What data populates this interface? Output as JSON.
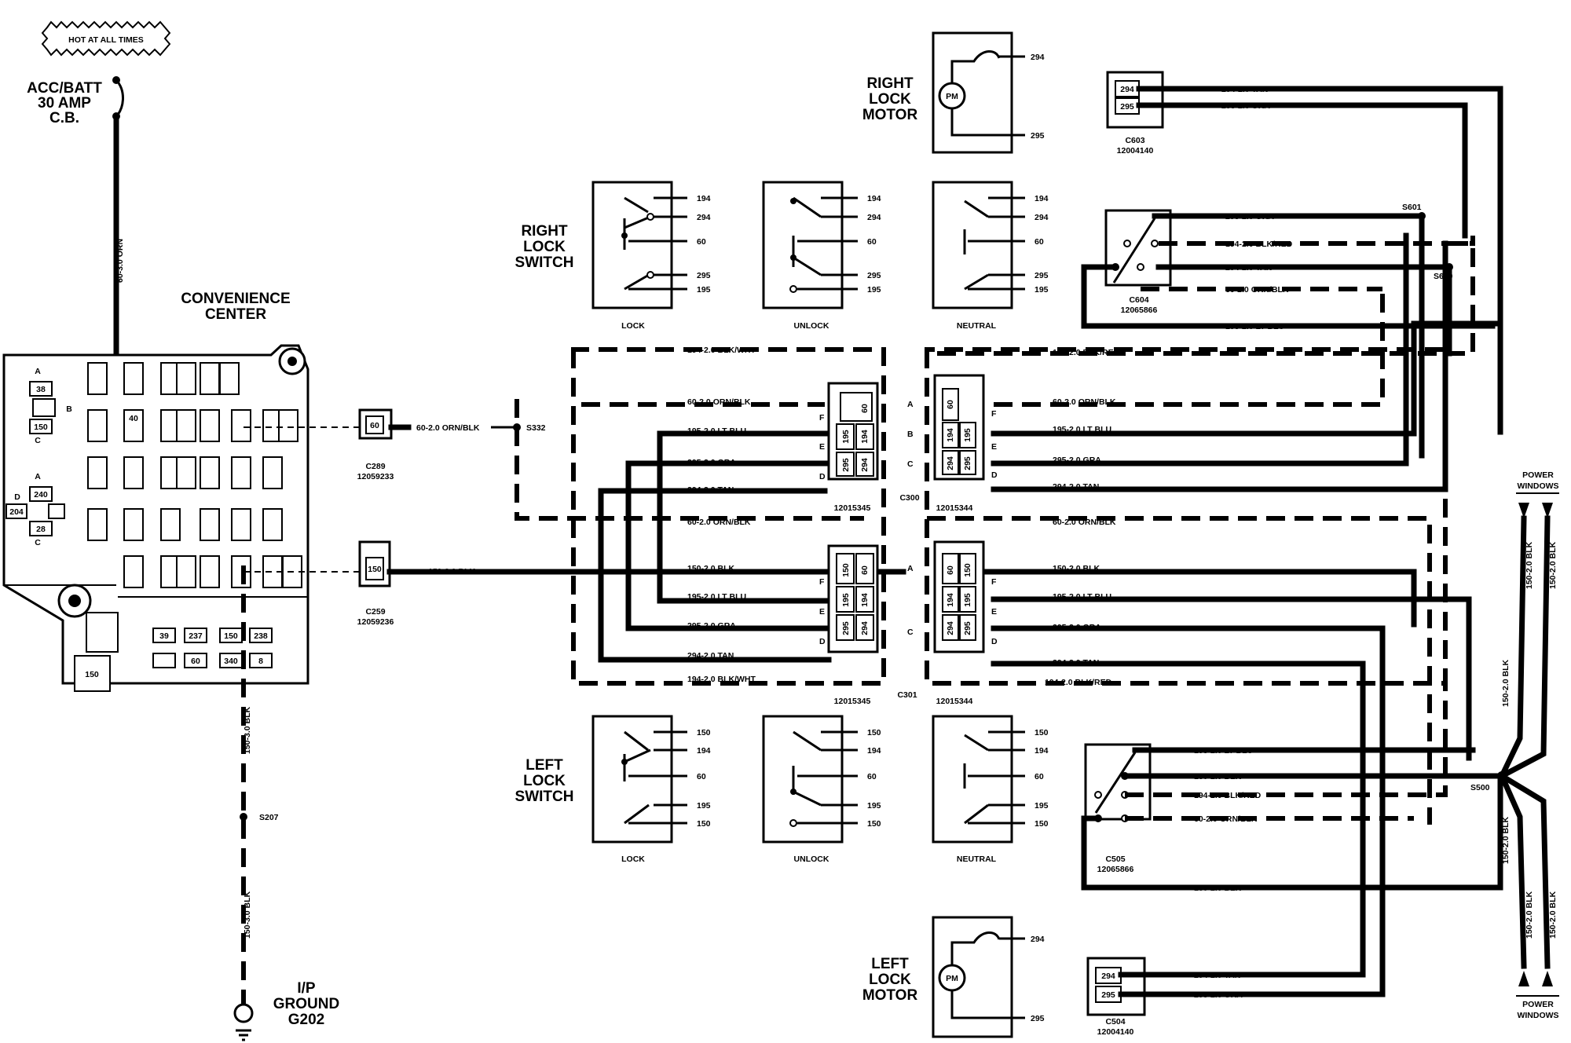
{
  "labels": {
    "hot": "HOT AT ALL TIMES",
    "cb1": "ACC/BATT",
    "cb2": "30 AMP",
    "cb3": "C.B.",
    "conv1": "CONVENIENCE",
    "conv2": "CENTER",
    "rls1": "RIGHT",
    "rls2": "LOCK",
    "rls3": "SWITCH",
    "lls1": "LEFT",
    "lls2": "LOCK",
    "lls3": "SWITCH",
    "rlm1": "RIGHT",
    "rlm2": "LOCK",
    "rlm3": "MOTOR",
    "llm1": "LEFT",
    "llm2": "LOCK",
    "llm3": "MOTOR",
    "gnd1": "I/P",
    "gnd2": "GROUND",
    "gnd3": "G202",
    "pw_top1": "POWER",
    "pw_top2": "WINDOWS",
    "pw_bot1": "POWER",
    "pw_bot2": "WINDOWS",
    "lock": "LOCK",
    "unlock": "UNLOCK",
    "neutral": "NEUTRAL"
  },
  "wires": {
    "orn_v": "60-3.0 ORN",
    "blk_v1": "150-3.0 BLK",
    "blk_v2": "150-3.0 BLK",
    "c289_w": "60-2.0 ORN/BLK",
    "c259_w": "150-2.0 BLK",
    "top_wht": "194-2.0 BLK/WHT",
    "top_orn": "60-2.0 ORN/BLK",
    "top_blu": "195-2.0 LT BLU",
    "top_gra": "295-2.0 GRA",
    "top_tan": "294-2.0 TAN",
    "mid_orn": "60-2.0 ORN/BLK",
    "bot_blk": "150-2.0 BLK",
    "bot_blu": "195-2.0 LT BLU",
    "bot_gra": "295-2.0 GRA",
    "bot_tan": "294-2.0 TAN",
    "bot_wht": "194-2.0 BLK/WHT",
    "r_top_red": "194-2.0 BLK/RED",
    "r_top_orn": "60-2.0 ORN/BLK",
    "r_top_blu": "195-2.0 LT BLU",
    "r_top_gra": "295-2.0 GRA",
    "r_top_tan": "294-2.0 TAN",
    "r_mid_orn": "60-2.0 ORN/BLK",
    "r_bot_blk": "150-2.0 BLK",
    "r_bot_blu": "195-2.0 LT BLU",
    "r_bot_gra": "295-2.0 GRA",
    "r_bot_tan": "294-2.0 TAN",
    "r_bot_red": "194-2.0 BLK/RED",
    "c603_tan": "294-2.0 TAN",
    "c603_gra": "295-2.0 GRA",
    "c604_gra": "295-2.0 GRA",
    "c604_red": "194-2.0 BLK/RED",
    "c604_tan": "294-2.0 TAN",
    "c604_orn": "60-2.0 ORN/BLK",
    "c604_blu": "195-2.0 LT BLU",
    "c505_blu": "195-2.0 LT BLU",
    "c505_blk": "150-2.0 BLK",
    "c505_red": "194-2.0 BLK/RED",
    "c505_orn": "60-2.0 ORN/BLK",
    "c505_blk2": "150-2.0 BLK",
    "c504_tan": "294-2.0 TAN",
    "c504_gra": "295-2.0 GRA",
    "s500_blk1": "150-2.0 BLK",
    "s500_blk2": "150-2.0 BLK",
    "pw_blk1": "150-2.0 BLK",
    "pw_blk2": "150-2.0 BLK",
    "pw_blk3": "150-2.0 BLK",
    "pw_blk4": "150-2.0 BLK"
  },
  "connectors": {
    "c289": "C289",
    "c289_pn": "12059233",
    "c259": "C259",
    "c259_pn": "12059236",
    "c300": "C300",
    "c301": "C301",
    "pn_345a": "12015345",
    "pn_344a": "12015344",
    "pn_345b": "12015345",
    "pn_344b": "12015344",
    "c603": "C603",
    "c603_pn": "12004140",
    "c604": "C604",
    "c604_pn": "12065866",
    "c505": "C505",
    "c505_pn": "12065866",
    "c504": "C504",
    "c504_pn": "12004140"
  },
  "splices": {
    "s332": "S332",
    "s207": "S207",
    "s601": "S601",
    "s600": "S600",
    "s500": "S500"
  },
  "pins": {
    "p60": "60",
    "p150": "150",
    "p194": "194",
    "p195": "195",
    "p294": "294",
    "p295": "295",
    "A": "A",
    "B": "B",
    "C": "C",
    "D": "D",
    "E": "E",
    "F": "F",
    "pm": "PM"
  },
  "fuse": {
    "f38": "38",
    "f150": "150",
    "f240": "240",
    "f204": "204",
    "f28": "28",
    "f39": "39",
    "f237": "237",
    "f238": "238",
    "f60": "60",
    "f340": "340",
    "f8": "8",
    "f40": "40"
  }
}
